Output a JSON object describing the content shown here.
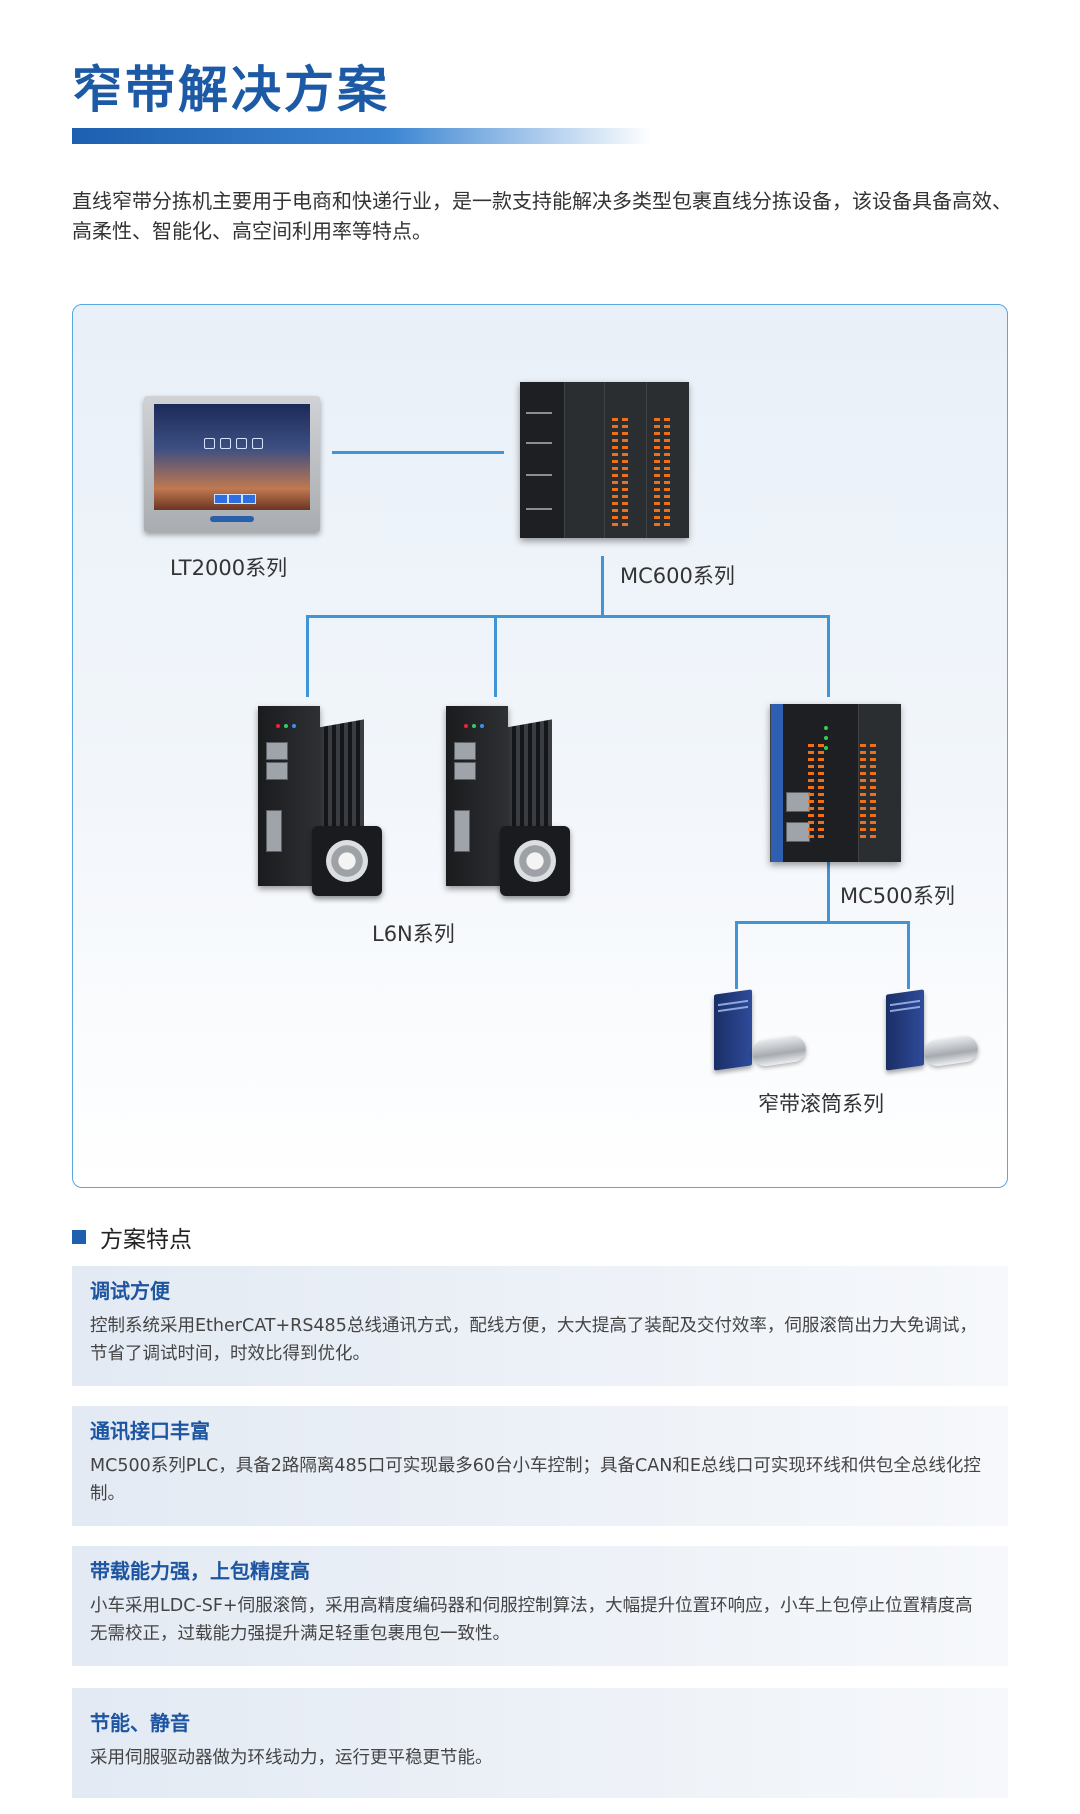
{
  "header": {
    "title": "窄带解决方案",
    "intro": "直线窄带分拣机主要用于电商和快递行业，是一款支持能解决多类型包裹直线分拣设备，该设备具备高效、高柔性、智能化、高空间利用率等特点。"
  },
  "diagram": {
    "nodes": {
      "lt2000": "LT2000系列",
      "mc600": "MC600系列",
      "l6n": "L6N系列",
      "mc500": "MC500系列",
      "roller": "窄带滚筒系列"
    }
  },
  "features": {
    "heading": "方案特点",
    "items": [
      {
        "title": "调试方便",
        "body": "控制系统采用EtherCAT+RS485总线通讯方式，配线方便，大大提高了装配及交付效率，伺服滚筒出力大免调试，节省了调试时间，时效比得到优化。"
      },
      {
        "title": "通讯接口丰富",
        "body": "MC500系列PLC，具备2路隔离485口可实现最多60台小车控制；具备CAN和E总线口可实现环线和供包全总线化控制。"
      },
      {
        "title": "带载能力强，上包精度高",
        "body": "小车采用LDC-SF+伺服滚筒，采用高精度编码器和伺服控制算法，大幅提升位置环响应，小车上包停止位置精度高无需校正，过载能力强提升满足轻重包裹甩包一致性。"
      },
      {
        "title": "节能、静音",
        "body": "采用伺服驱动器做为环线动力，运行更平稳更节能。"
      }
    ]
  },
  "colors": {
    "brand_blue": "#1c5aa6",
    "connector": "#3f95d6",
    "card_bg": "#e8eef6"
  }
}
